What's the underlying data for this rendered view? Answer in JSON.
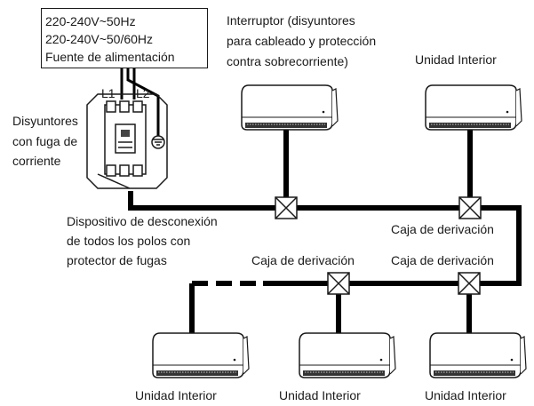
{
  "power_supply": {
    "lines": [
      "220-240V~50Hz",
      "220-240V~50/60Hz",
      "Fuente de alimentación"
    ]
  },
  "labels": {
    "switch": [
      "Interruptor (disyuntores",
      "para cableado y protección",
      "contra sobrecorriente)"
    ],
    "indoor_unit": "Unidad Interior",
    "leakage_breaker": [
      "Disyuntores",
      "con fuga de",
      "corriente"
    ],
    "disconnect_device": [
      "Dispositivo de desconexión",
      "de todos los polos con",
      "protector de fugas"
    ],
    "junction_box": "Caja de derivación",
    "line1": "L1",
    "line2": "L2"
  },
  "colors": {
    "line": "#1a1a1a",
    "wire": "#000000",
    "background": "#ffffff"
  },
  "icons": [
    "indoor-unit-icon",
    "junction-box-icon",
    "circuit-breaker-icon",
    "ground-icon"
  ]
}
